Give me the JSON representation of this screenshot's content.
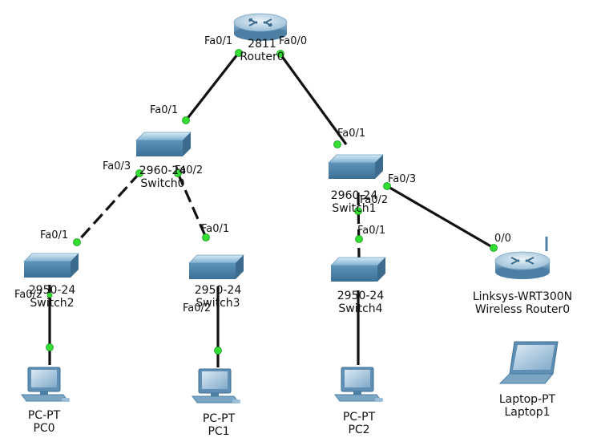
{
  "devices": {
    "router0": {
      "model": "2811",
      "name": "Router0"
    },
    "switch0": {
      "model": "2960-24",
      "name": "Switch0"
    },
    "switch1": {
      "model": "2960-24",
      "name": "Switch1"
    },
    "switch2": {
      "model": "2950-24",
      "name": "Switch2"
    },
    "switch3": {
      "model": "2950-24",
      "name": "Switch3"
    },
    "switch4": {
      "model": "2950-24",
      "name": "Switch4"
    },
    "wireless": {
      "model": "Linksys-WRT300N",
      "name": "Wireless Router0"
    },
    "pc0": {
      "model": "PC-PT",
      "name": "PC0"
    },
    "pc1": {
      "model": "PC-PT",
      "name": "PC1"
    },
    "pc2": {
      "model": "PC-PT",
      "name": "PC2"
    },
    "laptop1": {
      "model": "Laptop-PT",
      "name": "Laptop1"
    }
  },
  "ports": {
    "r0_fa01": "Fa0/1",
    "r0_fa00": "Fa0/0",
    "sw0_fa01": "Fa0/1",
    "sw0_fa03": "Fa0/3",
    "sw0_fa02": "Fa0/2",
    "sw1_fa01": "Fa0/1",
    "sw1_fa03": "Fa0/3",
    "sw1_fa02": "Fa0/2",
    "sw2_fa01": "Fa0/1",
    "sw2_fa02": "Fa0/2",
    "sw3_fa01": "Fa0/1",
    "sw3_fa02": "Fa0/2",
    "sw4_fa01": "Fa0/1",
    "wr_00": "0/0"
  },
  "colors": {
    "link": "#111111",
    "port_up": "#33dd33",
    "device_blue": "#5a8fb6",
    "device_light": "#b9d6ea"
  }
}
